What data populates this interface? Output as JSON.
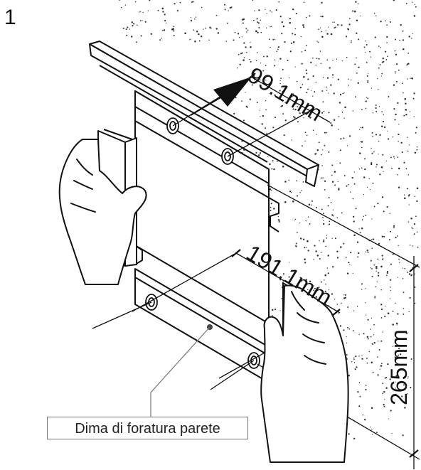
{
  "step_number": "1",
  "dimensions": {
    "top_spacing": "99.1mm",
    "diagonal_spacing": "191.1mm",
    "vertical_spacing": "265mm"
  },
  "callout_label": "Dima di foratura parete",
  "colors": {
    "line": "#111111",
    "wall_dots": "#333333",
    "callout_border": "#777777"
  }
}
